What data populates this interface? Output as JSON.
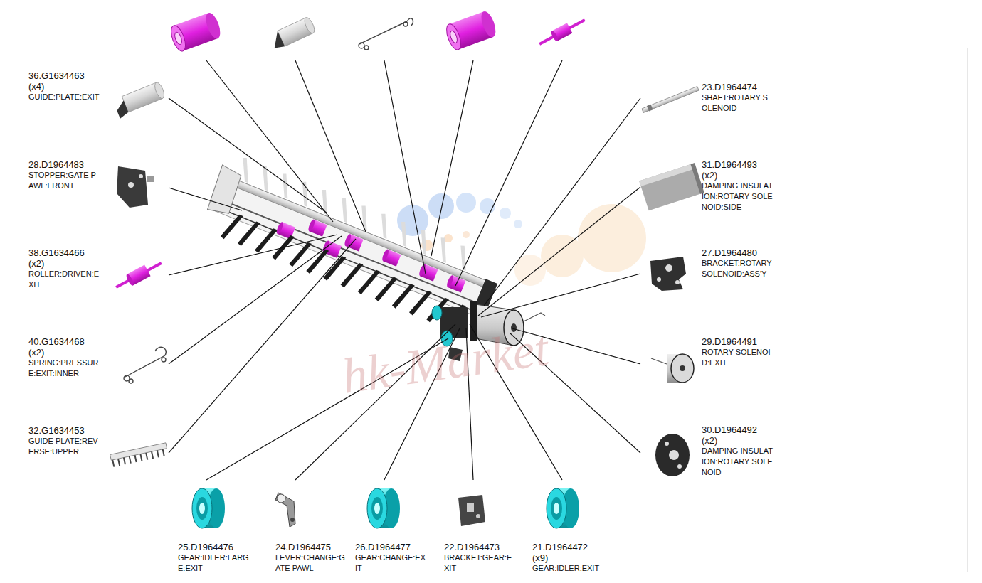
{
  "diagram": {
    "labels": [
      "36.G1634463",
      "(x4)",
      "GUIDE:PLATE:EXIT",
      "28.D1964483",
      "STOPPER:GATE P AWL:FRONT",
      "38.G1634466",
      "(x2)",
      "ROLLER:DRIVEN:E XIT",
      "40.G1634468",
      "(x2)",
      "SPRING:PRESSUR E:EXIT:INNER",
      "32.G1634453",
      "GUIDE PLATE:REV ERSE:UPPER",
      "23.D1964474",
      "SHAFT:ROTARY S OLENOID",
      "31.D1964493",
      "(x2)",
      "DAMPING INSULAT ION:ROTARY SOLE NOID:SIDE",
      "27.D1964480",
      "BRACKET:ROTARY SOLENOID:ASS'Y",
      "29.D1964491",
      "ROTARY SOLENOI D:EXIT",
      "30.D1964492",
      "(x2)",
      "DAMPING INSULAT ION:ROTARY SOLE NOID",
      "25.D1964476",
      "GEAR:IDLER:LARG E:EXIT",
      "24.D1964475",
      "LEVER:CHANGE:G ATE PAWL",
      "26.D1964477",
      "GEAR:CHANGE:EX IT",
      "22.D1964473",
      "BRACKET:GEAR:E XIT",
      "21.D1964472",
      "(x9)",
      "GEAR:IDLER:EXIT",
      "hk-Market"
    ]
  }
}
